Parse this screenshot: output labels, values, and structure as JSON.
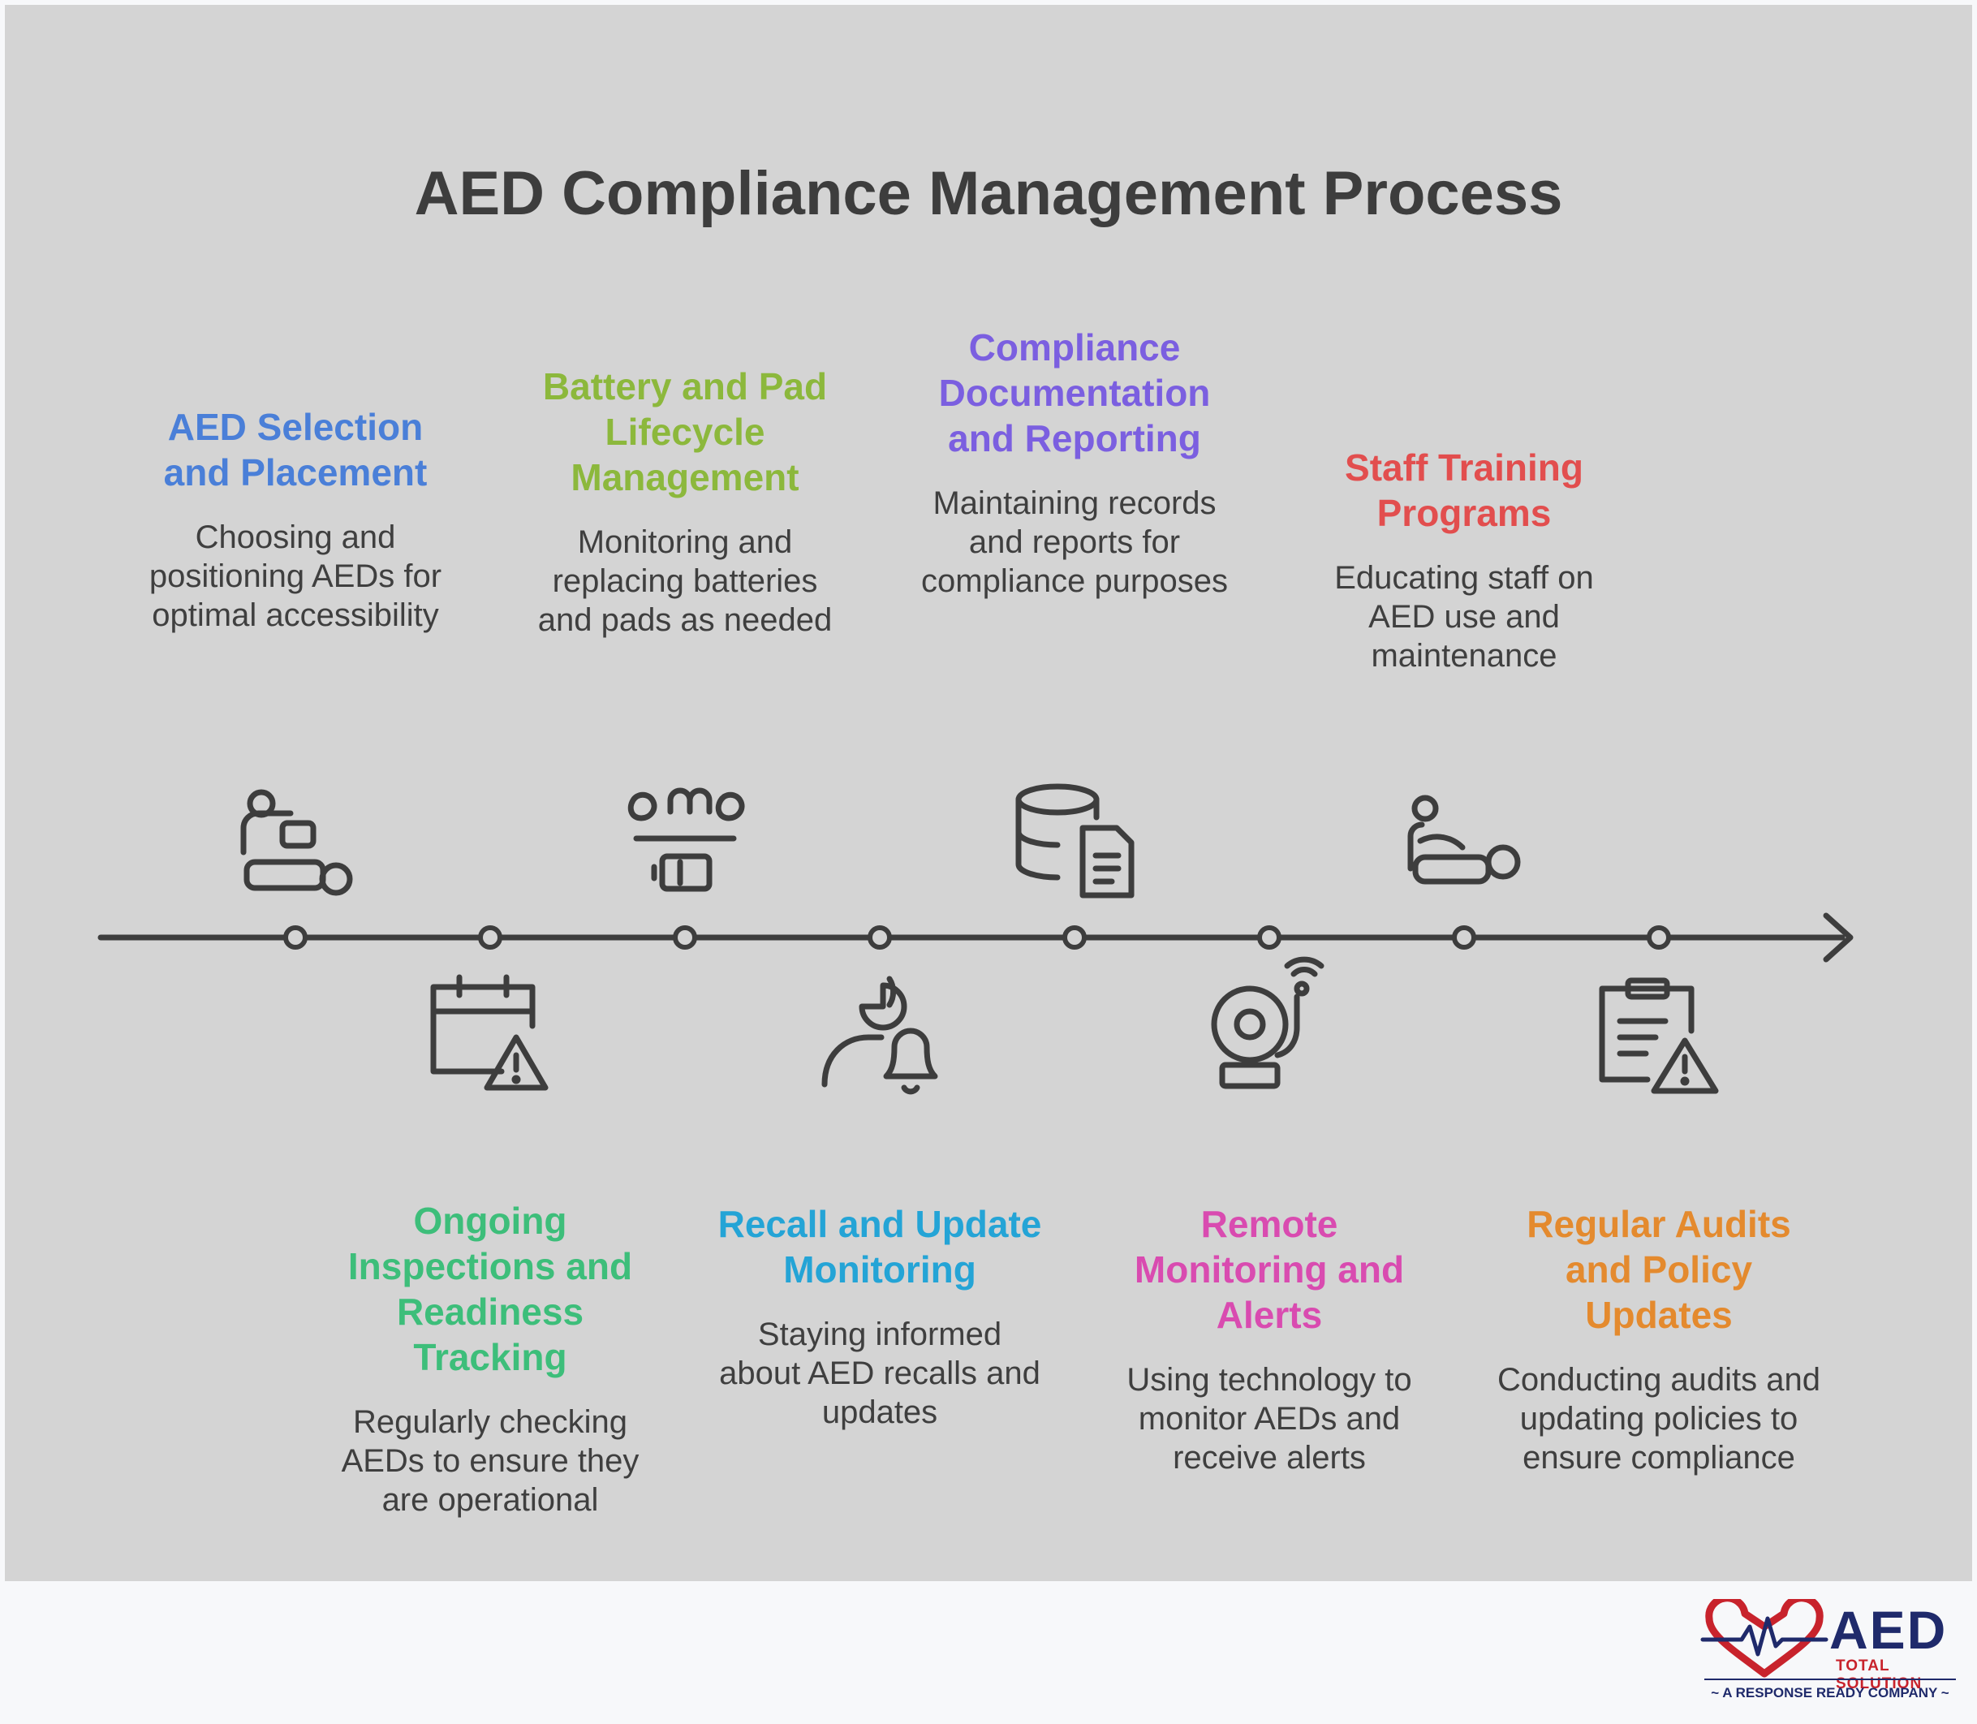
{
  "title": "AED Compliance Management Process",
  "colors": {
    "panel": "#d4d4d4",
    "line": "#3d3d3d",
    "blue": "#4a7fd8",
    "lime": "#8cb83c",
    "purple": "#7b5fe0",
    "red": "#e24e4e",
    "green": "#3dbe7a",
    "cyan": "#24a4d6",
    "pink": "#d94bb0",
    "orange": "#e48a2e"
  },
  "steps": [
    {
      "title": "AED Selection and Placement",
      "desc": "Choosing and positioning AEDs for optimal accessibility",
      "icon": "person-with-aed-icon"
    },
    {
      "title": "Ongoing Inspections and Readiness Tracking",
      "desc": "Regularly checking AEDs to ensure they are operational",
      "icon": "calendar-warning-icon"
    },
    {
      "title": "Battery and Pad Lifecycle Management",
      "desc": "Monitoring and replacing batteries and pads as needed",
      "icon": "battery-pads-icon"
    },
    {
      "title": "Recall and Update Monitoring",
      "desc": "Staying informed about AED recalls and updates",
      "icon": "person-chart-bell-icon"
    },
    {
      "title": "Compliance Documentation and Reporting",
      "desc": "Maintaining records and reports for compliance purposes",
      "icon": "database-document-icon"
    },
    {
      "title": "Remote Monitoring and Alerts",
      "desc": "Using technology to monitor AEDs and receive alerts",
      "icon": "alarm-wireless-icon"
    },
    {
      "title": "Staff Training Programs",
      "desc": "Educating staff on AED use and maintenance",
      "icon": "cpr-training-icon"
    },
    {
      "title": "Regular Audits and Policy Updates",
      "desc": "Conducting audits and updating policies to ensure compliance",
      "icon": "clipboard-warning-icon"
    }
  ],
  "logo": {
    "name": "AED",
    "sub": "TOTAL SOLUTION",
    "tagline": "~ A RESPONSE READY COMPANY ~"
  }
}
